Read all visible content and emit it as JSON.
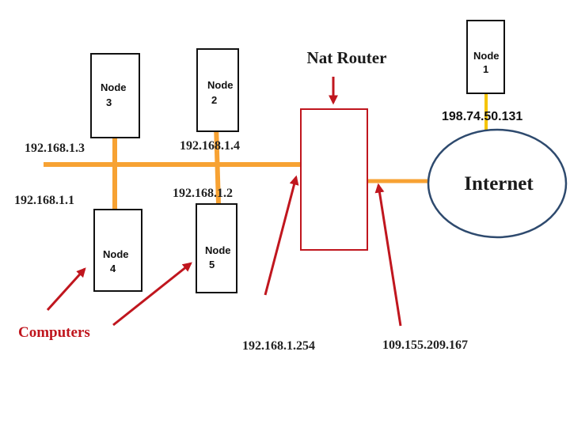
{
  "colors": {
    "bus": "#F7A233",
    "node1_link": "#F5C400",
    "arrow": "#C0161E",
    "router_border": "#C0161E",
    "node_border": "#111111",
    "internet_border": "#2E4A6E"
  },
  "title": "Nat Router",
  "internet_label": "Internet",
  "computers_label": "Computers",
  "nodes": [
    {
      "word": "Node",
      "number": "1"
    },
    {
      "word": "Node",
      "number": "2"
    },
    {
      "word": "Node",
      "number": "3"
    },
    {
      "word": "Node",
      "number": "4"
    },
    {
      "word": "Node",
      "number": "5"
    }
  ],
  "ip_addresses": {
    "node1": "198.74.50.131",
    "node2": "192.168.1.4",
    "node3": "192.168.1.3",
    "node4": "192.168.1.1",
    "node5": "192.168.1.2",
    "router_internal": "192.168.1.254",
    "router_external": "109.155.209.167"
  }
}
